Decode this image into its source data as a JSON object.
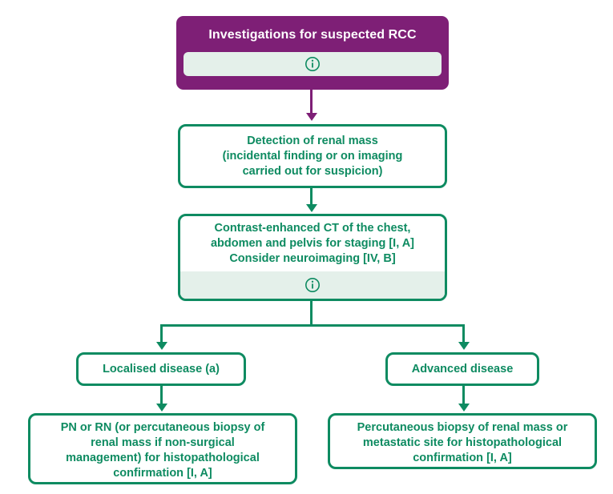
{
  "diagram": {
    "title": "Investigations for suspected RCC",
    "colors": {
      "header_purple": "#7E1F76",
      "node_green": "#0E8B61",
      "info_strip_bg": "#E4F0EA",
      "page_bg": "#FFFFFF"
    },
    "icons": {
      "info": "info-circle-icon"
    },
    "nodes": {
      "header": {
        "title": "Investigations for suspected RCC",
        "has_info": true
      },
      "detection": {
        "text": "Detection of renal mass\n(incidental finding or on imaging\ncarried out for suspicion)",
        "has_info": false
      },
      "staging": {
        "text": "Contrast-enhanced CT of the chest,\nabdomen and pelvis for staging [I, A]\nConsider neuroimaging [IV, B]",
        "has_info": true
      },
      "localised": {
        "text": "Localised disease (a)",
        "has_info": false
      },
      "advanced": {
        "text": "Advanced disease",
        "has_info": false
      },
      "localised_treatment": {
        "text": "PN or RN (or percutaneous biopsy of\nrenal mass if non-surgical\nmanagement) for histopathological\nconfirmation [I, A]",
        "has_info": false
      },
      "advanced_treatment": {
        "text": "Percutaneous biopsy of renal mass or\nmetastatic site for histopathological\nconfirmation [I, A]",
        "has_info": false
      }
    }
  }
}
